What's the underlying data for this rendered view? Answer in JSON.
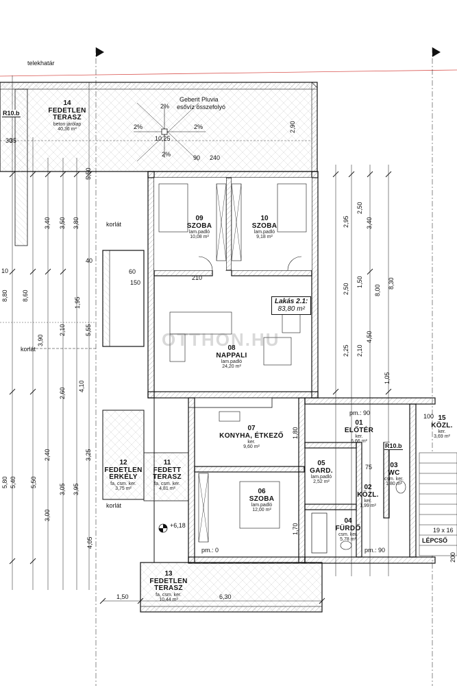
{
  "notes": {
    "boundary": "telekhatár",
    "drain_line1": "Geberit Pluvia",
    "drain_line2": "esővíz összefolyó",
    "railing_1": "korlát",
    "railing_2": "korlát",
    "railing_3": "korlát",
    "level": "+6,18",
    "slope": "2%",
    "center_dim": "10,25",
    "stair_size": "19 x 16",
    "stair_name": "LÉPCSŐ"
  },
  "watermark": "OTTHON.HU",
  "tags": {
    "r10b_left": "R10.b",
    "r10b_right": "R10.b"
  },
  "apartment": {
    "title": "Lakás 2.1:",
    "area": "83,80 m²"
  },
  "rooms": [
    {
      "num": "14",
      "name": "FEDETLEN\nTERASZ",
      "floor": "beton járólap",
      "area": "40,36 m²"
    },
    {
      "num": "09",
      "name": "SZOBA",
      "floor": "lam.padló",
      "area": "10,08 m²"
    },
    {
      "num": "10",
      "name": "SZOBA",
      "floor": "lam.padló",
      "area": "9,18 m²"
    },
    {
      "num": "08",
      "name": "NAPPALI",
      "floor": "lam.padló",
      "area": "24,20 m²"
    },
    {
      "num": "07",
      "name": "KONYHA, ÉTKEZŐ",
      "floor": "ker.",
      "area": "9,60 m²"
    },
    {
      "num": "01",
      "name": "ELŐTÉR",
      "floor": "ker.",
      "area": "6,66 m²"
    },
    {
      "num": "12",
      "name": "FEDETLEN\nERKÉLY",
      "floor": "fa, csm. ker.",
      "area": "3,75 m²"
    },
    {
      "num": "11",
      "name": "FEDETT\nTERASZ",
      "floor": "fa, csm. ker.",
      "area": "4,81 m²"
    },
    {
      "num": "05",
      "name": "GARD.",
      "floor": "lam.padló",
      "area": "2,52 m²"
    },
    {
      "num": "03",
      "name": "WC",
      "floor": "csm. ker.",
      "area": "1,80 m²"
    },
    {
      "num": "06",
      "name": "SZOBA",
      "floor": "lam.padló",
      "area": "12,00 m²"
    },
    {
      "num": "02",
      "name": "KÖZL.",
      "floor": "ker.",
      "area": "1,99 m²"
    },
    {
      "num": "04",
      "name": "FÜRDŐ",
      "floor": "csm. ker.",
      "area": "5,78 m²"
    },
    {
      "num": "13",
      "name": "FEDETLEN\nTERASZ",
      "floor": "fa, csm. ker.",
      "area": "10,44 m²"
    },
    {
      "num": "15",
      "name": "KÖZL.",
      "floor": "ker.",
      "area": "3,69 m²"
    }
  ],
  "dims_bottom": [
    "1,50",
    "6,30"
  ],
  "dims_left": [
    "8,80",
    "8,60",
    "5,55",
    "3,90",
    "4,10",
    "5,80",
    "5,40",
    "5,50",
    "3,25",
    "3,05",
    "3,95",
    "4,05",
    "3,80",
    "3,50",
    "3,40",
    "5,50",
    "3,00",
    "2,40",
    "2,10",
    "1,95",
    "2,60"
  ],
  "dims_right": [
    "2,95",
    "2,50",
    "3,40",
    "8,30",
    "8,00",
    "2,50",
    "1,50",
    "4,50",
    "2,25",
    "2,10",
    "1,05"
  ],
  "dims_misc": [
    "90",
    "240",
    "210",
    "150",
    "60",
    "40",
    "30",
    "10",
    "35",
    "2,90",
    "1,80",
    "1,70",
    "100",
    "200",
    "75",
    "pm.: 90",
    "pm.: 0",
    "pm.: 90"
  ]
}
